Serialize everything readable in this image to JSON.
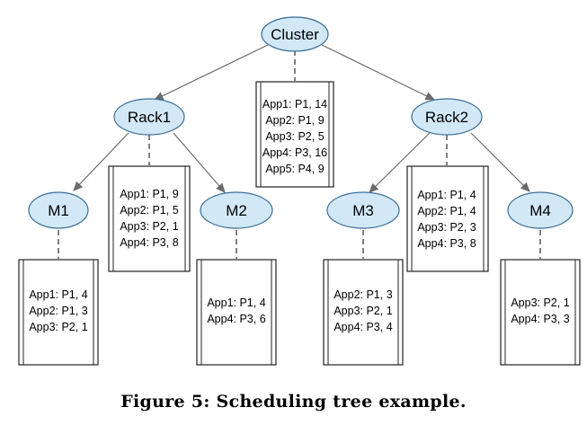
{
  "nodes": {
    "cluster": "Cluster",
    "rack1": "Rack1",
    "rack2": "Rack2",
    "m1": "M1",
    "m2": "M2",
    "m3": "M3",
    "m4": "M4"
  },
  "boxes": {
    "cluster": [
      "App1: P1, 14",
      "App2: P1, 9",
      "App3: P2, 5",
      "App4: P3, 16",
      "App5: P4, 9"
    ],
    "rack1": [
      "App1: P1, 9",
      "App2: P1, 5",
      "App3: P2, 1",
      "App4: P3, 8"
    ],
    "rack2": [
      "App1: P1, 4",
      "App2: P1, 4",
      "App3: P2, 3",
      "App4: P3, 8"
    ],
    "m1": [
      "App1: P1, 4",
      "App2: P1, 3",
      "App3: P2, 1"
    ],
    "m2": [
      "App1: P1, 4",
      "App4: P3, 6"
    ],
    "m3": [
      "App2: P1, 3",
      "App3: P2, 1",
      "App4: P3, 4"
    ],
    "m4": [
      "App3: P2, 1",
      "App4: P3, 3"
    ]
  },
  "caption": "Figure 5: Scheduling tree example.",
  "colors": {
    "node_fill": "#d2e8f7",
    "node_stroke": "#3b6e96",
    "edge": "#6b6b6b",
    "box_stroke": "#222222"
  }
}
